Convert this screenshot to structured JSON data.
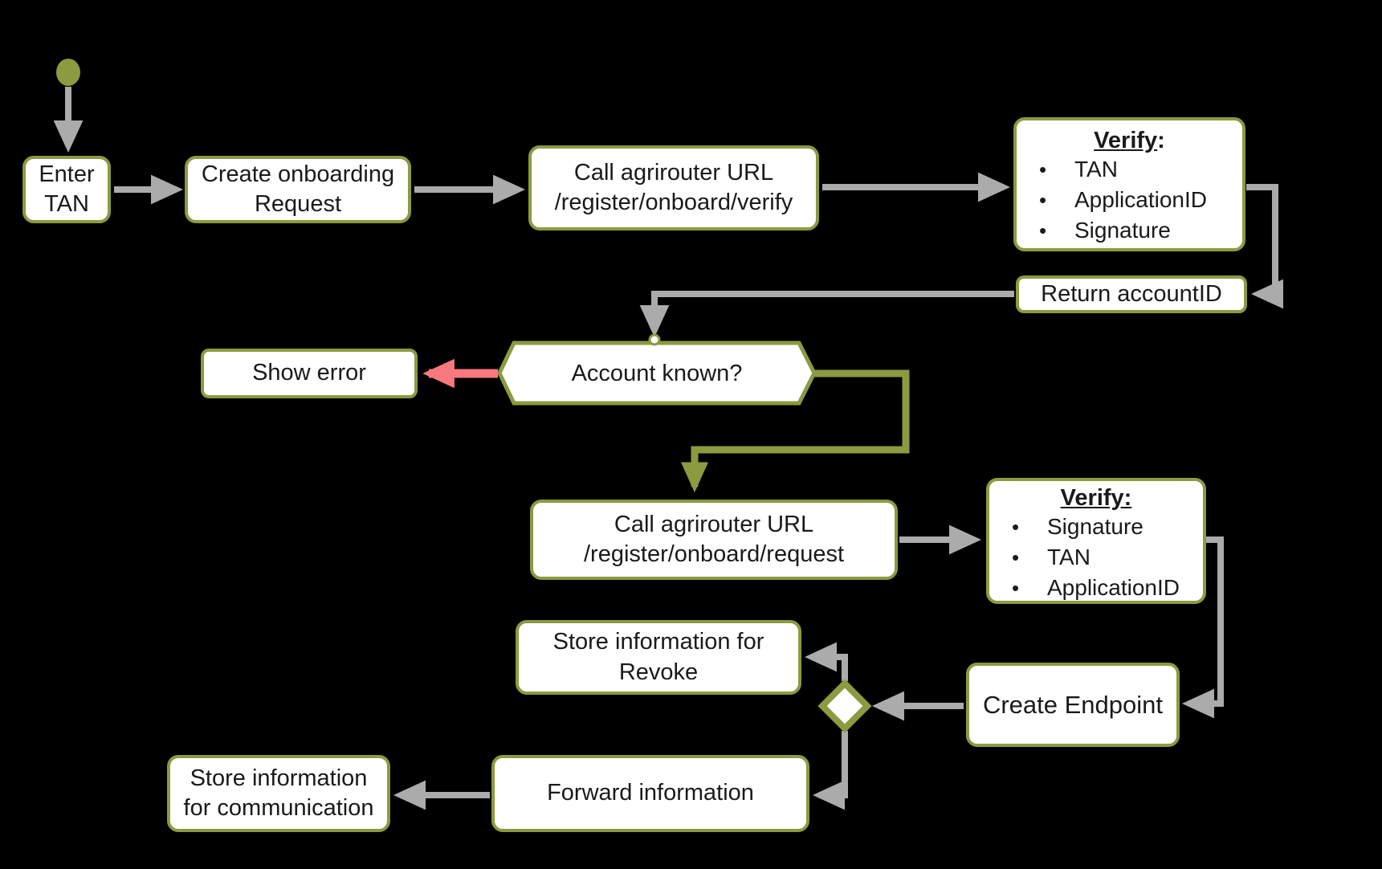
{
  "colors": {
    "olive": "#8c9a40",
    "gray": "#ababab",
    "red": "#f8797d",
    "background": "#000000",
    "box_fill": "#ffffff",
    "text": "#1a1a1a"
  },
  "nodes": {
    "enter_tan": {
      "label": "Enter TAN"
    },
    "create_onboarding": {
      "label": "Create onboarding Request"
    },
    "call_verify_url": {
      "line1": "Call agrirouter URL",
      "line2": "/register/onboard/verify"
    },
    "verify1": {
      "title": "Verify",
      "colon": ":",
      "bullets": [
        "TAN",
        "ApplicationID",
        "Signature"
      ]
    },
    "return_account": {
      "label": "Return accountID"
    },
    "account_known": {
      "label": "Account known?"
    },
    "show_error": {
      "label": "Show error"
    },
    "call_request_url": {
      "line1": "Call agrirouter URL",
      "line2": "/register/onboard/request"
    },
    "verify2": {
      "title": "Verify:",
      "bullets": [
        "Signature",
        "TAN",
        "ApplicationID"
      ]
    },
    "create_endpoint": {
      "label": "Create Endpoint"
    },
    "store_revoke": {
      "label": "Store information for Revoke"
    },
    "forward_info": {
      "label": "Forward information"
    },
    "store_comm": {
      "label": "Store information for communication"
    }
  }
}
